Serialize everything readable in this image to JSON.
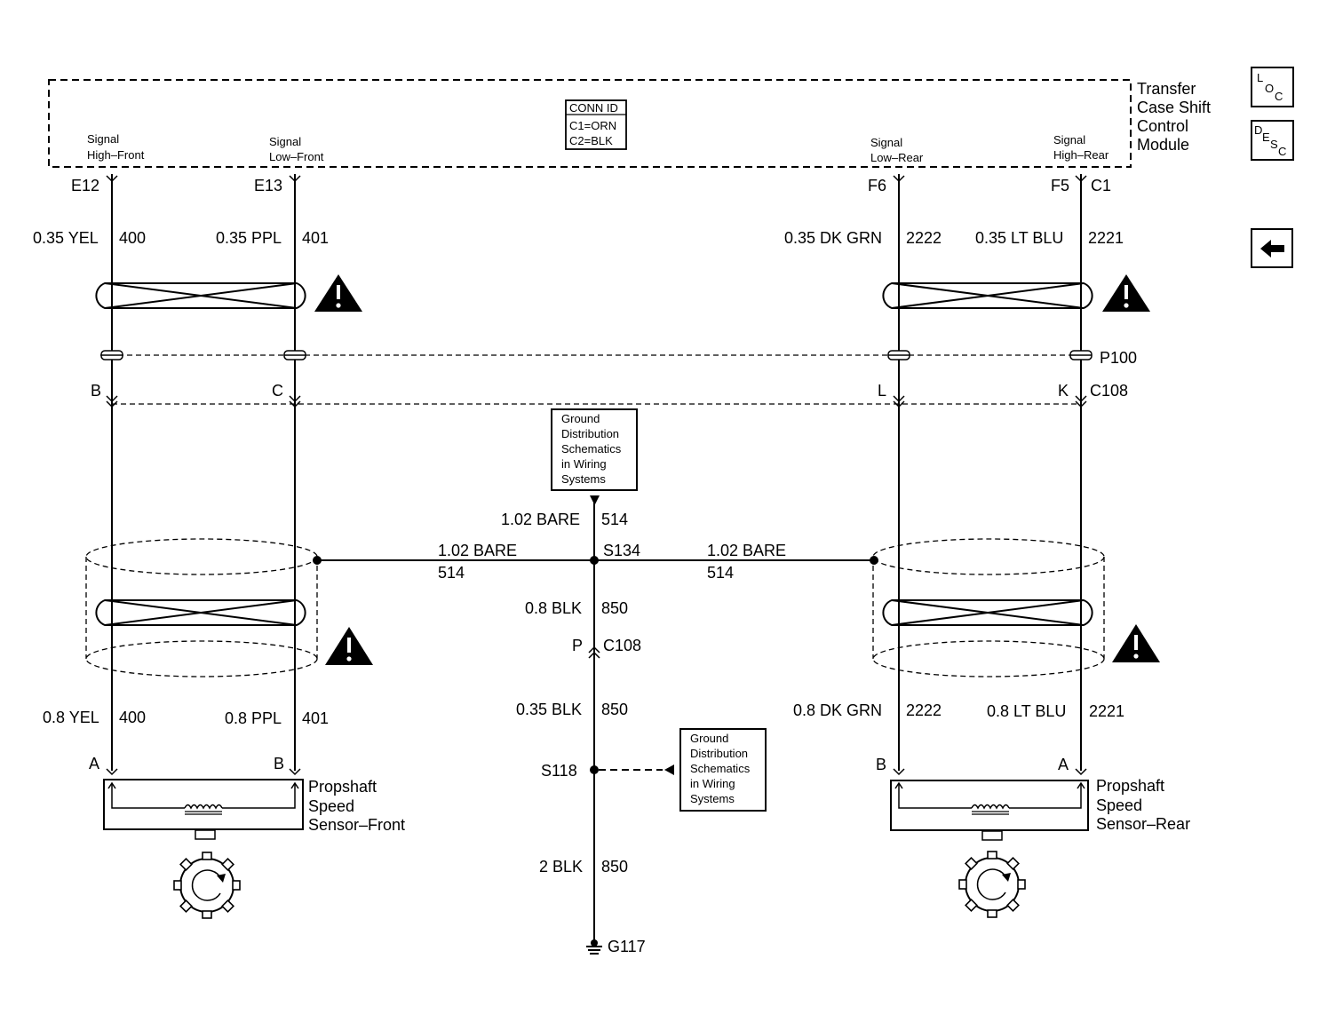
{
  "module": {
    "name_lines": [
      "Transfer",
      "Case Shift",
      "Control",
      "Module"
    ],
    "conn_id_title": "CONN ID",
    "conn_id_lines": [
      "C1=ORN",
      "C2=BLK"
    ],
    "signals": [
      [
        "Signal",
        "High–Front"
      ],
      [
        "Signal",
        "Low–Front"
      ],
      [
        "Signal",
        "Low–Rear"
      ],
      [
        "Signal",
        "High–Rear"
      ]
    ],
    "pins": [
      "E12",
      "E13",
      "F6",
      "F5"
    ],
    "conn_c1": "C1"
  },
  "nav_buttons": {
    "loc": [
      "L",
      "O",
      "C"
    ],
    "desc": [
      "D",
      "E",
      "S",
      "C"
    ],
    "back_icon": "left-arrow-icon"
  },
  "upper_wires": [
    {
      "size_color": "0.35 YEL",
      "circuit": "400"
    },
    {
      "size_color": "0.35 PPL",
      "circuit": "401"
    },
    {
      "size_color": "0.35 DK GRN",
      "circuit": "2222"
    },
    {
      "size_color": "0.35 LT BLU",
      "circuit": "2221"
    }
  ],
  "p100": "P100",
  "c108_label": "C108",
  "c108_pins": [
    "B",
    "C",
    "L",
    "K"
  ],
  "ground_ref_lines": [
    "Ground",
    "Distribution",
    "Schematics",
    "in Wiring",
    "Systems"
  ],
  "drain": {
    "vertical": {
      "size_color": "1.02 BARE",
      "circuit": "514"
    },
    "left": {
      "size_color": "1.02 BARE",
      "circuit": "514"
    },
    "right": {
      "size_color": "1.02 BARE",
      "circuit": "514"
    },
    "splice": "S134"
  },
  "ground_path": {
    "upper": {
      "size_color": "0.8 BLK",
      "circuit": "850"
    },
    "conn_pin": "P",
    "conn": "C108",
    "mid": {
      "size_color": "0.35 BLK",
      "circuit": "850"
    },
    "splice": "S118",
    "lower": {
      "size_color": "2 BLK",
      "circuit": "850"
    },
    "ground": "G117"
  },
  "lower_wires": [
    {
      "size_color": "0.8 YEL",
      "circuit": "400"
    },
    {
      "size_color": "0.8 PPL",
      "circuit": "401"
    },
    {
      "size_color": "0.8 DK GRN",
      "circuit": "2222"
    },
    {
      "size_color": "0.8 LT BLU",
      "circuit": "2221"
    }
  ],
  "sensor_front": {
    "lines": [
      "Propshaft",
      "Speed",
      "Sensor–Front"
    ],
    "pins": [
      "A",
      "B"
    ]
  },
  "sensor_rear": {
    "lines": [
      "Propshaft",
      "Speed",
      "Sensor–Rear"
    ],
    "pins": [
      "B",
      "A"
    ]
  }
}
